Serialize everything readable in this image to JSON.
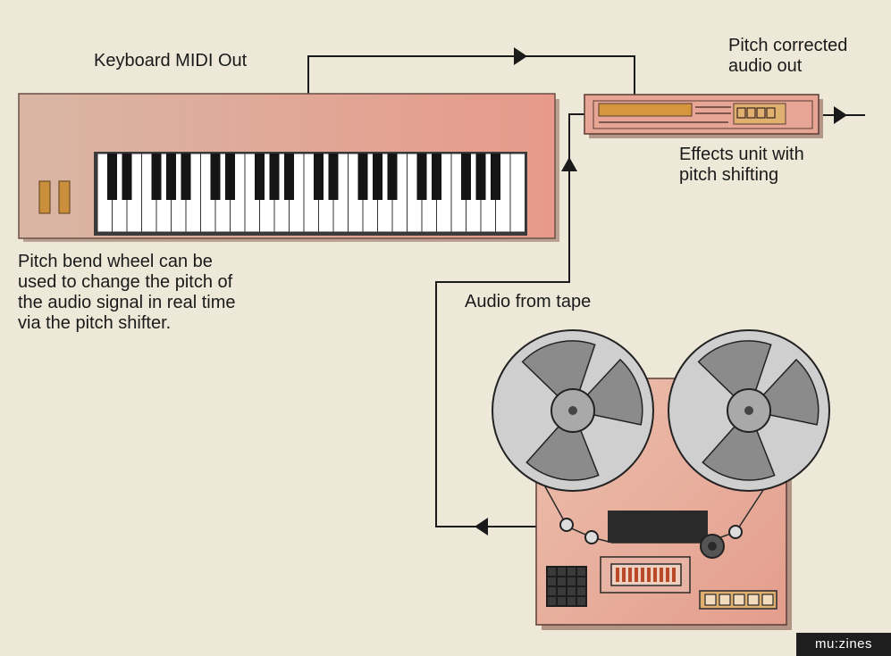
{
  "labels": {
    "keyboard_midi_out": "Keyboard MIDI Out",
    "pitch_corrected_out": "Pitch corrected\naudio out",
    "effects_unit": "Effects unit with\npitch shifting",
    "pitch_bend_note": "Pitch bend wheel can be\nused to change the pitch of\nthe audio signal in real time\nvia the pitch shifter.",
    "audio_from_tape": "Audio from tape"
  },
  "badge": "mu:zines",
  "colors": {
    "background": "#ede8d8",
    "keyboard_body": "#e2ab98",
    "pink_panel": "#e8a99a",
    "wheel": "#c98f3a",
    "reel_face": "#cfcfcf",
    "line": "#1a1a1a"
  },
  "keyboard": {
    "white_keys": 29
  }
}
